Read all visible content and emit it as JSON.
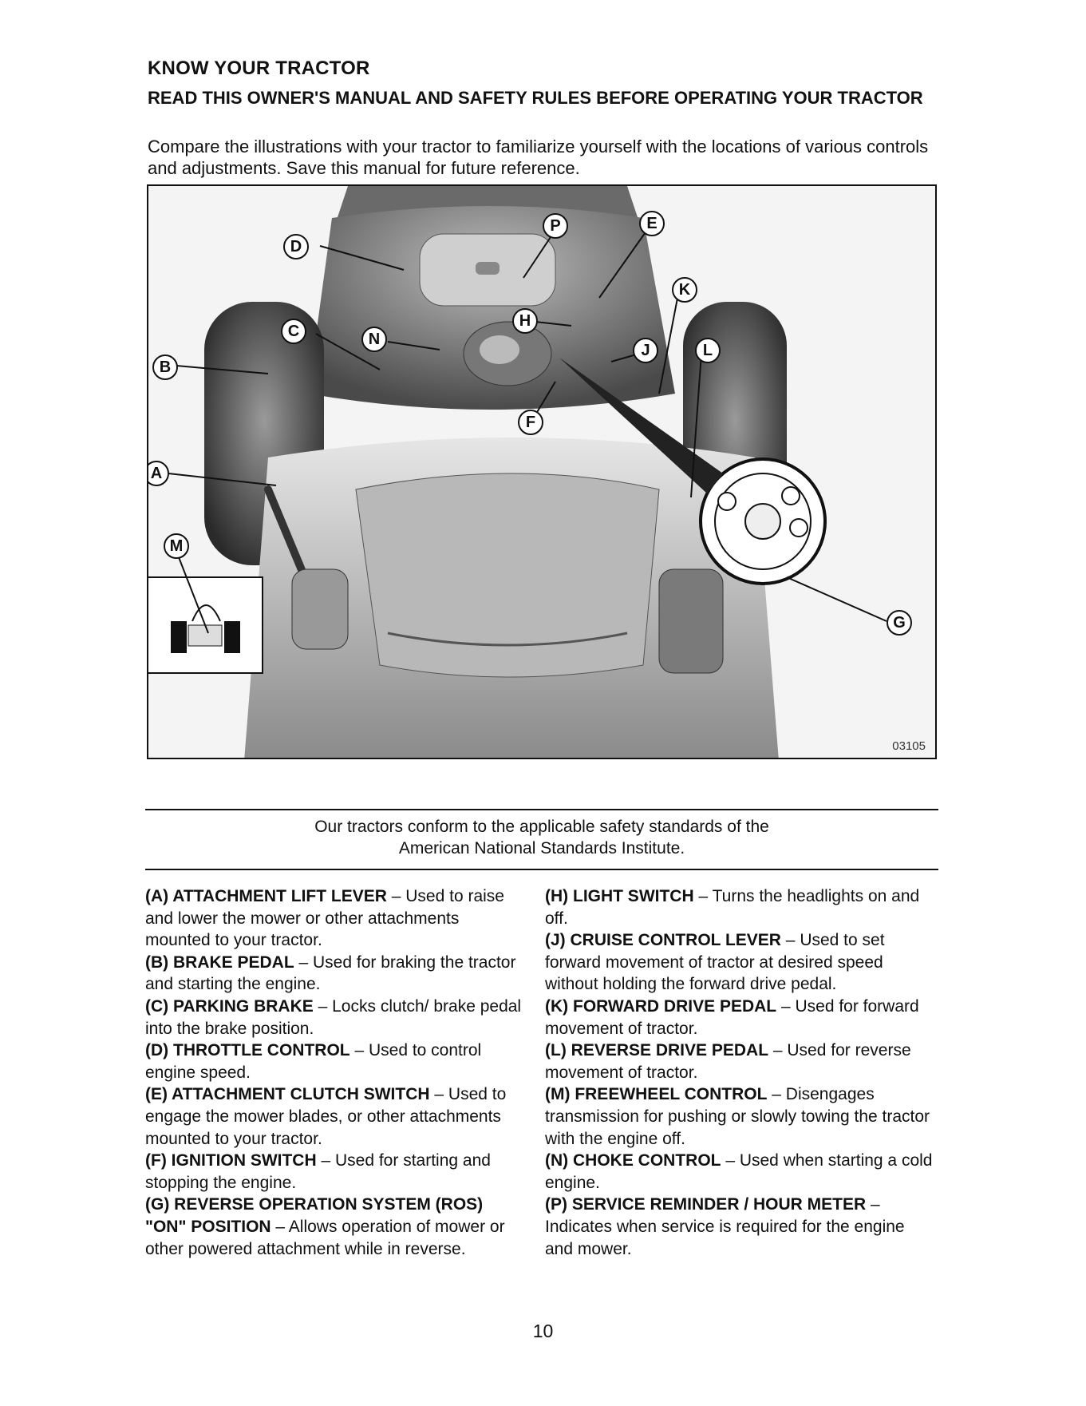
{
  "header": {
    "title": "KNOW YOUR TRACTOR",
    "subtitle": "READ THIS OWNER'S MANUAL AND SAFETY RULES BEFORE OPERATING YOUR TRACTOR",
    "intro": "Compare the illustrations with your tractor to familiarize yourself with the locations of various controls and adjustments.  Save this manual for future reference."
  },
  "figure": {
    "callouts": [
      "P",
      "E",
      "D",
      "K",
      "C",
      "N",
      "H",
      "J",
      "L",
      "B",
      "F",
      "A",
      "M",
      "G"
    ],
    "code": "03105"
  },
  "conformance_note": {
    "line1": "Our tractors conform to the applicable safety standards of the",
    "line2": "American National Standards Institute."
  },
  "left_column": [
    {
      "term": "(A) ATTACHMENT LIFT LEVER",
      "desc": " – Used to raise and lower the mower or other attachments mounted to your tractor."
    },
    {
      "term": "(B) BRAKE PEDAL",
      "desc": " – Used for braking the tractor and starting the engine."
    },
    {
      "term": "(C) PARKING BRAKE",
      "desc": " – Locks clutch/ brake pedal into the brake position."
    },
    {
      "term": "(D) THROTTLE CONTROL",
      "desc": " – Used to control engine speed."
    },
    {
      "term": "(E) ATTACHMENT CLUTCH SWITCH",
      "desc": " – Used to engage the mower blades, or other attachments mounted to your tractor."
    },
    {
      "term": "(F) IGNITION SWITCH",
      "desc": " – Used for starting and stopping the engine."
    },
    {
      "term": "(G) REVERSE OPERATION SYSTEM (ROS) \"ON\" POSITION",
      "desc": " – Allows operation of mower or other powered attachment while in reverse."
    }
  ],
  "right_column": [
    {
      "term": "(H) LIGHT SWITCH",
      "desc": " – Turns the headlights on and off."
    },
    {
      "term": "(J) CRUISE CONTROL LEVER",
      "desc": " – Used to set forward movement of tractor at desired speed without holding the forward drive pedal."
    },
    {
      "term": "(K) FORWARD DRIVE PEDAL",
      "desc": " – Used for forward movement of tractor."
    },
    {
      "term": "(L) REVERSE DRIVE PEDAL",
      "desc": " – Used for reverse movement of tractor."
    },
    {
      "term": "(M) FREEWHEEL CONTROL",
      "desc": " – Disengages transmission for pushing or slowly towing the tractor with the engine off."
    },
    {
      "term": "(N) CHOKE CONTROL",
      "desc": " – Used when starting a cold engine."
    },
    {
      "term": "(P) SERVICE REMINDER / HOUR METER",
      "desc": " – Indicates when service is required for the engine and mower."
    }
  ],
  "footer": {
    "page_number": "10"
  }
}
